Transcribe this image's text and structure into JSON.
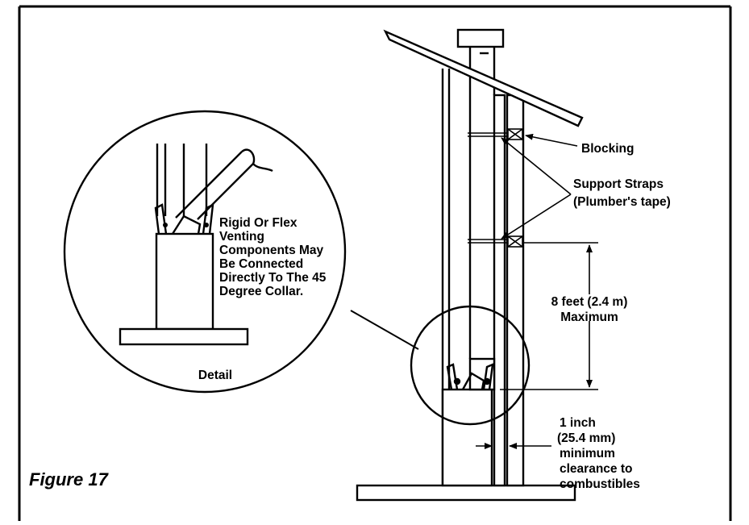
{
  "figure": {
    "caption": "Figure 17"
  },
  "labels": {
    "blocking": "Blocking",
    "support_straps": [
      "Support Straps",
      "(Plumber's tape)"
    ],
    "max_distance": [
      "8 feet (2.4 m)",
      "Maximum"
    ],
    "clearance": [
      "1 inch",
      "(25.4 mm)",
      "minimum",
      "clearance to",
      "combustibles"
    ],
    "detail_note": [
      "Rigid Or Flex",
      "Venting",
      "Components May",
      "Be Connected",
      "Directly To The 45",
      "Degree Collar."
    ],
    "detail_caption": "Detail"
  },
  "colors": {
    "line": "#000000",
    "background": "#ffffff"
  }
}
